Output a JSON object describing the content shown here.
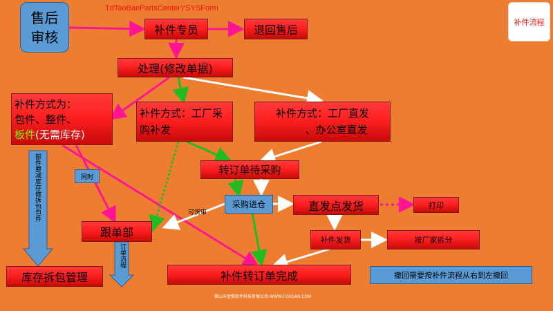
{
  "form_title": "TdTaoBaoPartsCenterYSYSForm",
  "badge": "补件流程",
  "nodes": {
    "shouhou": "售后\n审核",
    "bujian_zhuanyuan": "补件专员",
    "tuihui_shouhou": "退回售后",
    "chuli": "处理(修改单据)",
    "method_a_line1": "补件方式为：",
    "method_a_line2": "包件、整件、",
    "method_a_line3_green": "板件",
    "method_a_line3_white": "(无需库存)",
    "method_b": "补件方式：工厂采购补发",
    "method_c_line1": "补件方式：工厂直发",
    "method_c_line2": "、办公室直发",
    "zhuandingdan": "转订单待采购",
    "caigou_jincang": "采购进仓",
    "zhifa_fahuo": "直发点发货",
    "dayin": "打印",
    "bujian_fahuo": "补件发货",
    "an_changjia": "按厂家拆分",
    "gendan": "跟单部",
    "wancheng": "补件转订单完成",
    "kucun": "库存拆包管理",
    "chehui_note": "撤回需要按补件流程从右到左撤回"
  },
  "labels": {
    "tongshi": "同时",
    "kehuoshen": "可货审",
    "vertical_left": "部件要减库存做拆包包件",
    "vertical_mid": "订单流程"
  },
  "footer": "佛山市金狐软件科技有限公司-WWW.FOXGAN.COM"
}
